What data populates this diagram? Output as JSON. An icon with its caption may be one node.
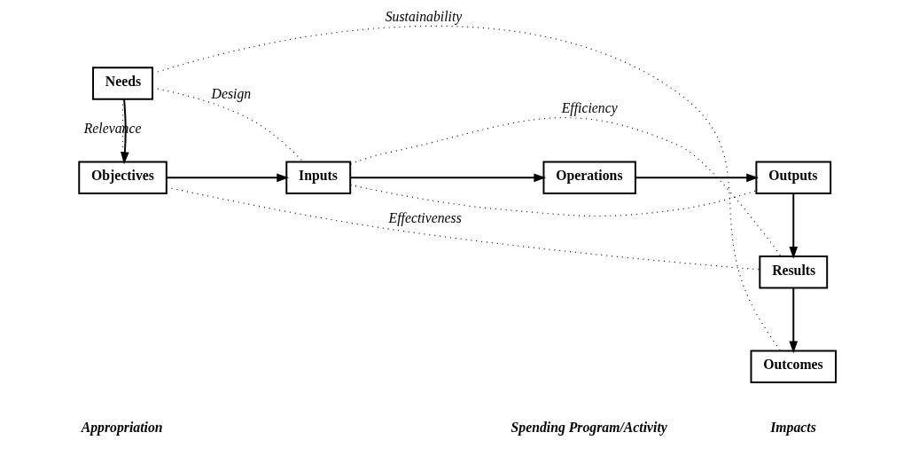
{
  "diagram": {
    "nodes": [
      {
        "text": [
          "Outcomes"
        ]
      },
      {
        "text": [
          "Needs"
        ]
      },
      {
        "text": [
          "Results"
        ]
      },
      {
        "text": [
          "Objectives"
        ]
      },
      {
        "text": [
          "Inputs"
        ]
      },
      {
        "text": [
          "Operations"
        ]
      },
      {
        "text": [
          "Outputs"
        ]
      }
    ],
    "edges": [
      {
        "from": 1,
        "to": 3,
        "arrow": "to"
      },
      {
        "from": 3,
        "to": 4,
        "arrow": "to"
      },
      {
        "from": 4,
        "to": 5,
        "arrow": "to"
      },
      {
        "from": 5,
        "to": 6,
        "arrow": "to"
      },
      {
        "from": 6,
        "to": 2,
        "arrow": "to"
      },
      {
        "from": 2,
        "to": 0,
        "arrow": "to"
      },
      {
        "from": 1,
        "to": 4,
        "arrow": "none",
        "style": "dashed",
        "label": "Design"
      },
      {
        "from": 4,
        "to": 2,
        "arrow": "none",
        "style": "dashed",
        "label": "Efficiency"
      },
      {
        "from": 4,
        "to": 6,
        "arrow": "none",
        "style": "dashed"
      },
      {
        "from": 1,
        "to": 3,
        "arrow": "none",
        "style": "dashed",
        "label": "Relevance"
      },
      {
        "from": 3,
        "to": 2,
        "arrow": "none",
        "style": "dashed",
        "label": "Effectiveness"
      },
      {
        "from": 1,
        "to": 0,
        "arrow": "none",
        "style": "dashed",
        "label": "Sustainability"
      }
    ],
    "labels": [
      "Appropriation",
      "Spending Program/Activity",
      "Impacts"
    ]
  }
}
